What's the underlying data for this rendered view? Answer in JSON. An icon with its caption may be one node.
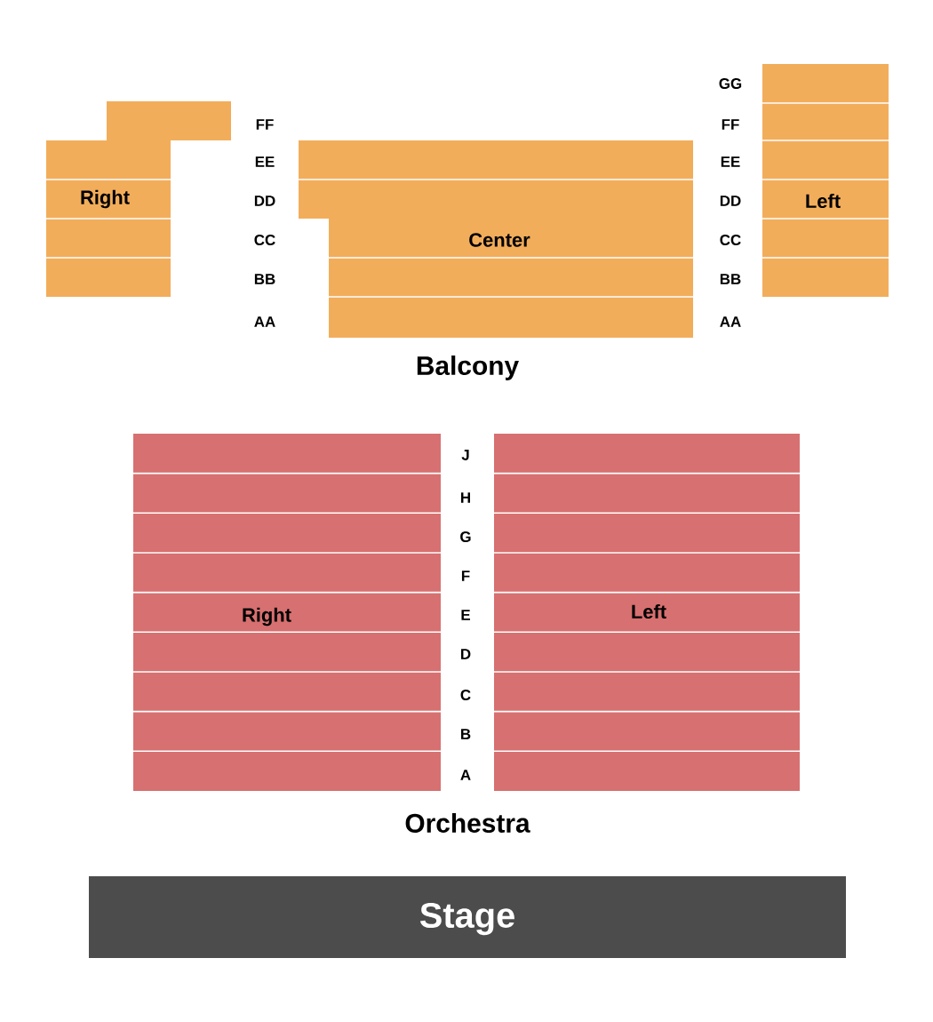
{
  "diagram": {
    "nodes": [
      {
        "text": [
          "Right"
        ]
      },
      {
        "text": [],
        "shape": "bar"
      },
      {
        "text": [],
        "shape": "bar"
      },
      {
        "text": [
          "Center"
        ]
      },
      {
        "text": [
          "Left"
        ]
      },
      {
        "text": [
          "Right"
        ]
      },
      {
        "text": [
          "Left"
        ]
      },
      {
        "text": [
          "Stage"
        ]
      }
    ],
    "labels": [
      "GG",
      "FF",
      "FF",
      "EE",
      "EE",
      "DD",
      "DD",
      "CC",
      "CC",
      "BB",
      "BB",
      "AA",
      "AA",
      "Balcony",
      "J",
      "H",
      "G",
      "F",
      "E",
      "D",
      "C",
      "B",
      "A",
      "Orchestra"
    ]
  }
}
